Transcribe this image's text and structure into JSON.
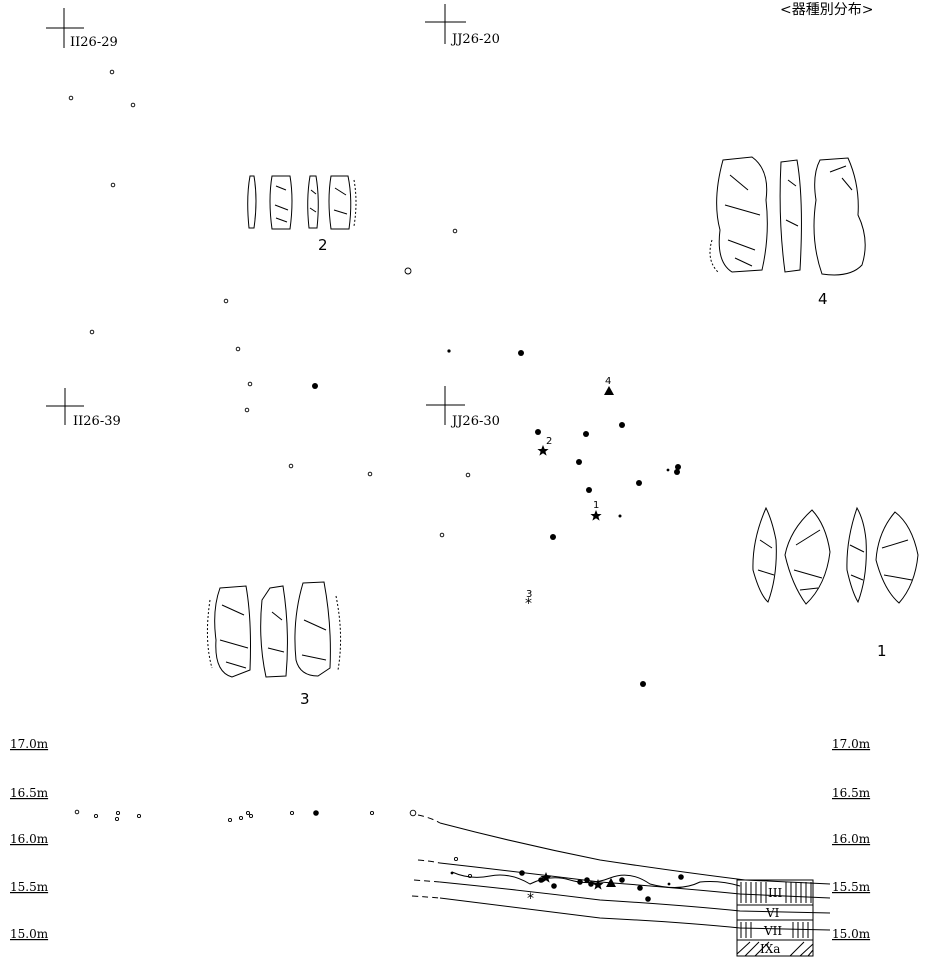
{
  "title": "<器種別分布>",
  "grid_labels": [
    "II26-29",
    "JJ26-20",
    "II26-39",
    "JJ26-30"
  ],
  "artifact_labels": [
    "1",
    "2",
    "3",
    "4"
  ],
  "elevations_left": [
    "17.0m",
    "16.5m",
    "16.0m",
    "15.5m",
    "15.0m"
  ],
  "elevations_right": [
    "17.0m",
    "16.5m",
    "16.0m",
    "15.5m",
    "15.0m"
  ],
  "layers": [
    "III",
    "VI",
    "VII",
    "IXa"
  ],
  "colors": {
    "ink": "#000000",
    "paper": "#ffffff",
    "hatch": "#000000"
  }
}
